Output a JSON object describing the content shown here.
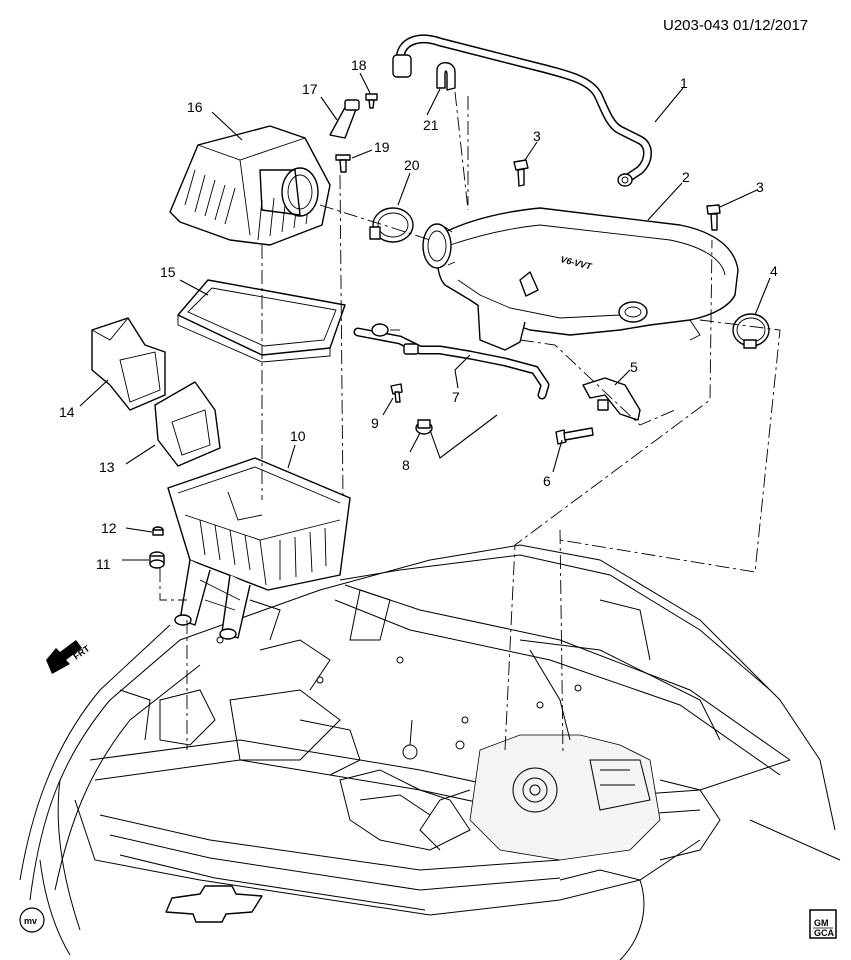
{
  "header": {
    "drawing_code": "U203-043 01/12/2017"
  },
  "callouts": [
    {
      "id": "1",
      "label": "1"
    },
    {
      "id": "2",
      "label": "2"
    },
    {
      "id": "3a",
      "label": "3"
    },
    {
      "id": "3b",
      "label": "3"
    },
    {
      "id": "4",
      "label": "4"
    },
    {
      "id": "5",
      "label": "5"
    },
    {
      "id": "6",
      "label": "6"
    },
    {
      "id": "7",
      "label": "7"
    },
    {
      "id": "8",
      "label": "8"
    },
    {
      "id": "9",
      "label": "9"
    },
    {
      "id": "10",
      "label": "10"
    },
    {
      "id": "11",
      "label": "11"
    },
    {
      "id": "12",
      "label": "12"
    },
    {
      "id": "13",
      "label": "13"
    },
    {
      "id": "14",
      "label": "14"
    },
    {
      "id": "15",
      "label": "15"
    },
    {
      "id": "16",
      "label": "16"
    },
    {
      "id": "17",
      "label": "17"
    },
    {
      "id": "18",
      "label": "18"
    },
    {
      "id": "19",
      "label": "19"
    },
    {
      "id": "20",
      "label": "20"
    },
    {
      "id": "21",
      "label": "21"
    }
  ],
  "labels": {
    "front_arrow": "FRT",
    "engine_badge": "V6-VVT",
    "mv_logo": "mv",
    "gm_logo_top": "GM",
    "gm_logo_bottom": "GCA"
  }
}
